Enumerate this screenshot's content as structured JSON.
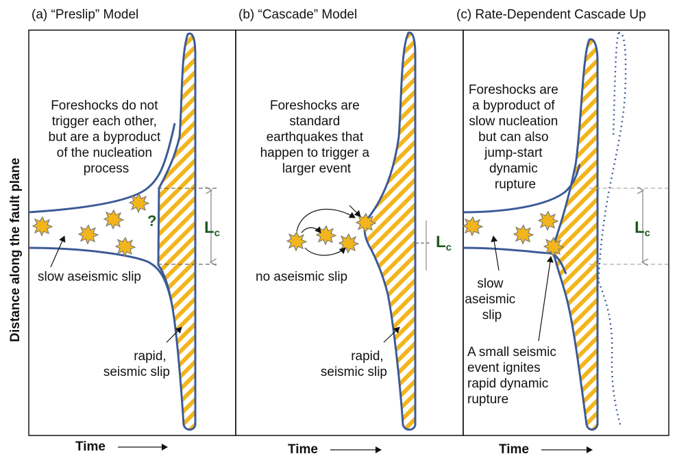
{
  "y_axis_title": "Distance along the fault plane",
  "time_label": "Time",
  "panels": [
    {
      "title": "(a) “Preslip” Model",
      "description": [
        "Foreshocks do not",
        "trigger each other,",
        "but are a byproduct",
        "of the nucleation",
        "process"
      ],
      "slow_label": [
        "slow aseismic slip"
      ],
      "rapid_label": [
        "rapid,",
        "seismic slip"
      ],
      "question_mark": "?",
      "lc_main": "L",
      "lc_sub": "c"
    },
    {
      "title": "(b) “Cascade” Model",
      "description": [
        "Foreshocks are",
        "standard",
        "earthquakes that",
        "happen to trigger a",
        "larger event"
      ],
      "slow_label": [
        "no aseismic slip"
      ],
      "rapid_label": [
        "rapid,",
        "seismic slip"
      ],
      "lc_main": "L",
      "lc_sub": "c"
    },
    {
      "title": "(c) Rate-Dependent Cascade Up",
      "description": [
        "Foreshocks are",
        "a byproduct of",
        "slow nucleation",
        "but can also",
        "jump-start",
        "dynamic",
        "rupture"
      ],
      "slow_label": [
        "slow",
        "aseismic",
        "slip"
      ],
      "ignite_label": [
        "A small seismic",
        "event ignites",
        "rapid dynamic",
        "rupture"
      ],
      "lc_main": "L",
      "lc_sub": "c"
    }
  ],
  "colors": {
    "frame": "#111111",
    "curve": "#3b5a96",
    "hatch_fill": "#f2b51c",
    "star_fill": "#f2b51c",
    "star_stroke": "#7a7a7a",
    "lc_text": "#1e5a1e",
    "dashed": "#666666"
  }
}
